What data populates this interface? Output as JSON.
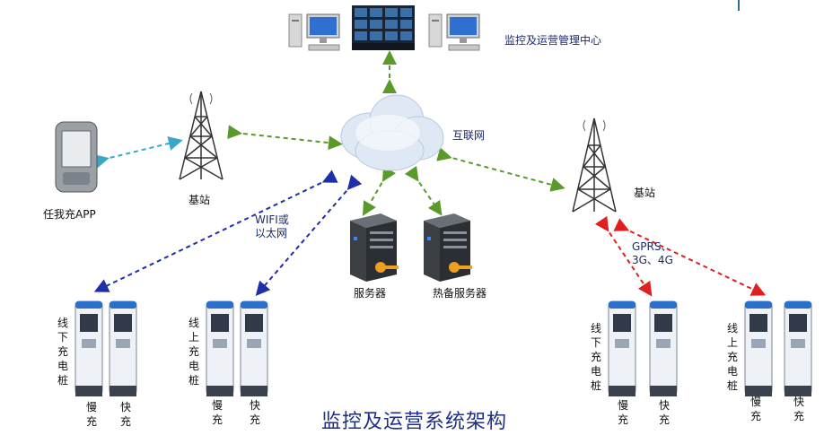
{
  "title": "监控及运营系统架构",
  "labels": {
    "monitor_center": "监控及运营管理中心",
    "internet": "互联网",
    "base_station_left": "基站",
    "base_station_right": "基站",
    "app": "任我充APP",
    "wifi": "WIFI或\n以太网",
    "gprs": "GPRS、\n3G、4G",
    "server": "服务器",
    "backup_server": "热备服务器"
  },
  "pile_groups": [
    {
      "group_label": "线下充电桩",
      "slow": "慢充",
      "fast": "快充"
    },
    {
      "group_label": "线上充电桩",
      "slow": "慢充",
      "fast": "快充"
    },
    {
      "group_label": "线下充电桩",
      "slow": "慢充",
      "fast": "快充"
    },
    {
      "group_label": "线上充电桩",
      "slow": "慢充",
      "fast": "快充"
    }
  ],
  "colors": {
    "green_link": "#5a9a2a",
    "blue_link": "#1f2fa8",
    "red_link": "#e02020",
    "cyan_link": "#3aa7c9",
    "title": "#1e2f8c"
  }
}
